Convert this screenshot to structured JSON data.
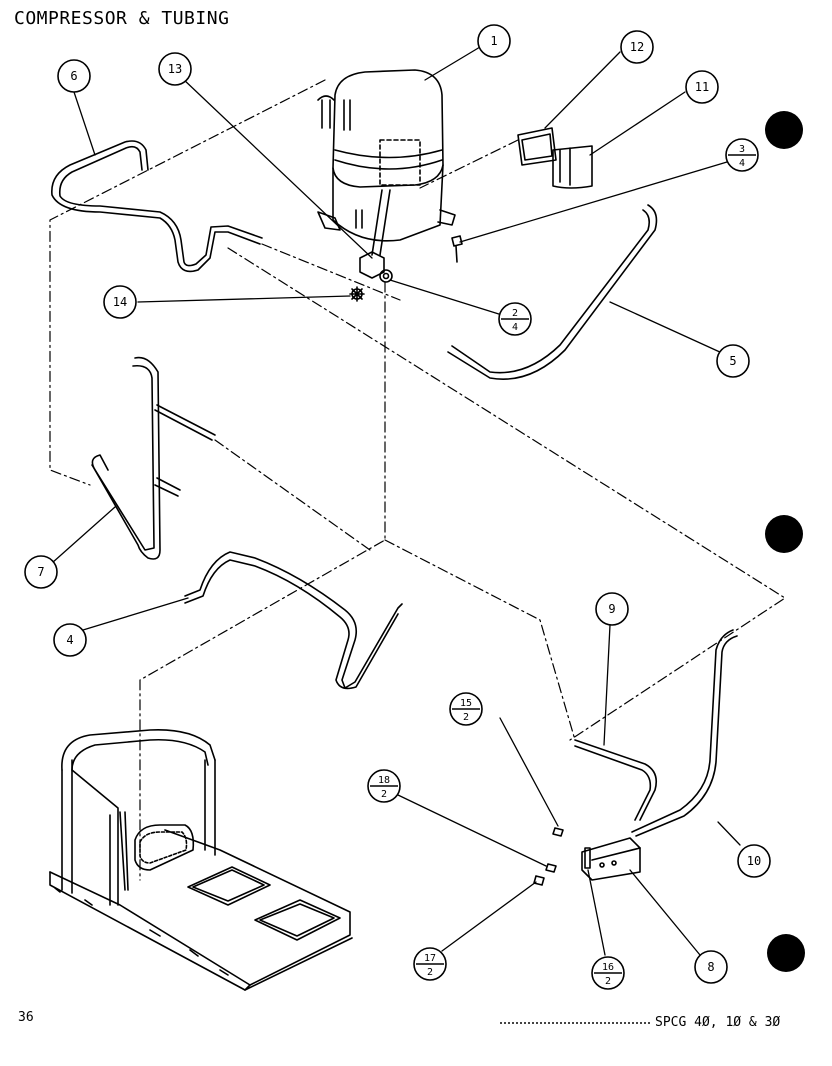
{
  "title": "COMPRESSOR & TUBING",
  "page_number": "36",
  "model_code": "SPCG 4Ø, 1Ø & 3Ø",
  "callouts": [
    {
      "id": "c1",
      "label": "1"
    },
    {
      "id": "c2",
      "num": "2",
      "den": "4"
    },
    {
      "id": "c3",
      "num": "3",
      "den": "4"
    },
    {
      "id": "c4",
      "label": "4"
    },
    {
      "id": "c5",
      "label": "5"
    },
    {
      "id": "c6",
      "label": "6"
    },
    {
      "id": "c7",
      "label": "7"
    },
    {
      "id": "c8",
      "label": "8"
    },
    {
      "id": "c9",
      "label": "9"
    },
    {
      "id": "c10",
      "label": "10"
    },
    {
      "id": "c11",
      "label": "11"
    },
    {
      "id": "c12",
      "label": "12"
    },
    {
      "id": "c13",
      "label": "13"
    },
    {
      "id": "c14",
      "label": "14"
    },
    {
      "id": "c15",
      "num": "15",
      "den": "2"
    },
    {
      "id": "c16",
      "num": "16",
      "den": "2"
    },
    {
      "id": "c17",
      "num": "17",
      "den": "2"
    },
    {
      "id": "c18",
      "num": "18",
      "den": "2"
    }
  ]
}
